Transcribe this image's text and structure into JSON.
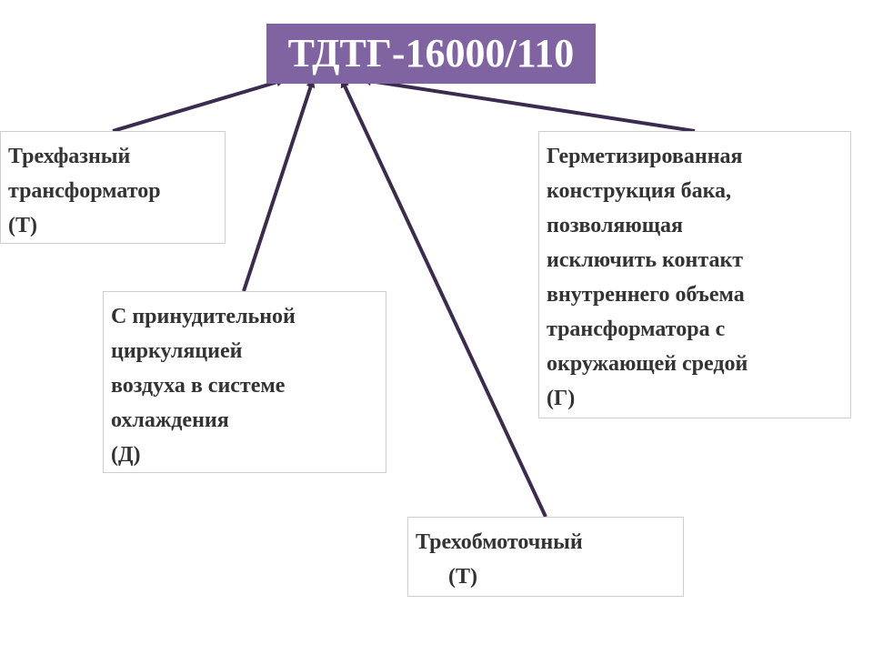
{
  "title": "ТДТГ-16000/110",
  "boxes": [
    {
      "lines": [
        "Трехфазный",
        "трансформатор",
        "(Т)"
      ]
    },
    {
      "lines": [
        "С принудительной",
        "циркуляцией",
        "воздуха в системе",
        "охлаждения",
        "(Д)"
      ]
    },
    {
      "lines": [
        "Герметизированная",
        "конструкция бака,",
        "позволяющая",
        "исключить контакт",
        "внутреннего объема",
        "трансформатора с",
        "окружающей средой",
        "(Г)"
      ]
    },
    {
      "lines": [
        "Трехобмоточный",
        "(Т)"
      ]
    }
  ],
  "colors": {
    "title_bg": "#8064a2",
    "title_text": "#ffffff",
    "arrow": "#3b2b4e",
    "box_text": "#333333"
  }
}
